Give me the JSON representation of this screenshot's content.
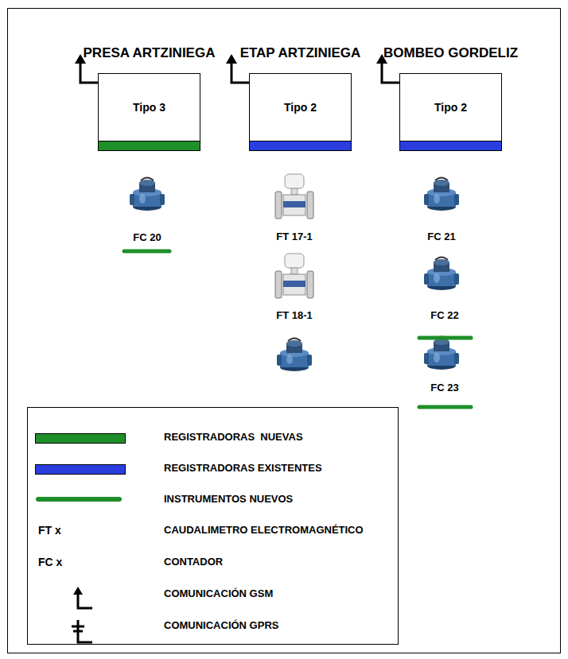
{
  "diagram": {
    "nodes": [
      {
        "text": [
          "PRESA ARTZINIEGA",
          "Tipo 3"
        ]
      },
      {
        "text": [
          "ETAP ARTZINIEGA",
          "Tipo 2"
        ]
      },
      {
        "text": [
          "BOMBEO GORDELIZ",
          "Tipo 2"
        ]
      }
    ],
    "labels": [
      "FC 20",
      "FT 17-1",
      "FT 18-1",
      "FC 21",
      "FC 22",
      "FC 23",
      "FT x",
      "FC x"
    ],
    "legend": [
      {
        "text": "REGISTRADORAS  NUEVAS",
        "color": "#1f8f2a"
      },
      {
        "text": "REGISTRADORAS EXISTENTES",
        "color": "#2a3ee0"
      },
      {
        "text": "INSTRUMENTOS NUEVOS"
      },
      {
        "text": "CAUDALIMETRO ELECTROMAGNÉTICO"
      },
      {
        "text": "CONTADOR"
      },
      {
        "text": "COMUNICACIÓN GSM"
      },
      {
        "text": "COMUNICACIÓN GPRS"
      }
    ]
  }
}
